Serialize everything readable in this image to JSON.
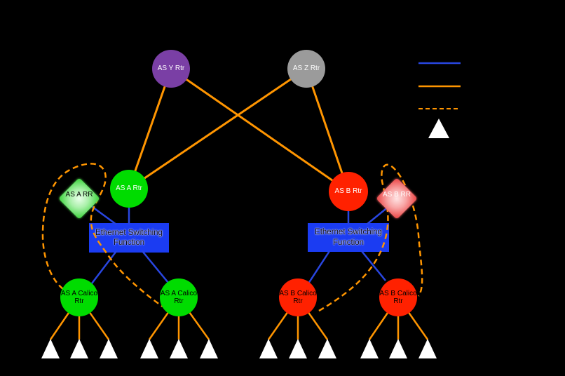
{
  "diagram": {
    "type": "network-topology",
    "background": "#000000"
  },
  "colors": {
    "background": "#000000",
    "orange_link": "#ff9500",
    "blue_link": "#2946e0",
    "dashed_link": "#ff9500",
    "purple_node": "#7a3fa5",
    "gray_node": "#9b9b9b",
    "green_node": "#00dc00",
    "red_node": "#ff2100",
    "esf_box": "#1b3cf2",
    "triangle_fill": "#ffffff",
    "diamond_a_center": "#eaffea",
    "diamond_a_edge": "#3fcf3f",
    "diamond_b_center": "#ffe4e4",
    "diamond_b_edge": "#e94646"
  },
  "nodes": {
    "as_y_rtr": {
      "label": "AS Y Rtr",
      "shape": "circle",
      "color": "#7a3fa5"
    },
    "as_z_rtr": {
      "label": "AS Z Rtr",
      "shape": "circle",
      "color": "#9b9b9b"
    },
    "as_a_rtr": {
      "label": "AS A Rtr",
      "shape": "circle",
      "color": "#00dc00"
    },
    "as_b_rtr": {
      "label": "AS B Rtr",
      "shape": "circle",
      "color": "#ff2100"
    },
    "as_a_rr": {
      "label": "AS A RR",
      "shape": "diamond",
      "color": "#54da54"
    },
    "as_b_rr": {
      "label": "AS B RR",
      "shape": "diamond",
      "color": "#ee5a5a"
    },
    "esf_left": {
      "label": "Ethernet Switching Function",
      "shape": "rect",
      "color": "#1b3cf2"
    },
    "esf_right": {
      "label": "Ethernet Switching Function",
      "shape": "rect",
      "color": "#1b3cf2"
    },
    "calico_a1": {
      "label": "AS A Calico Rtr",
      "shape": "circle",
      "color": "#00dc00"
    },
    "calico_a2": {
      "label": "AS A Calico Rtr",
      "shape": "circle",
      "color": "#00dc00"
    },
    "calico_b1": {
      "label": "AS B Calico Rtr",
      "shape": "circle",
      "color": "#ff2100"
    },
    "calico_b2": {
      "label": "AS B Calico Rtr",
      "shape": "circle",
      "color": "#ff2100"
    }
  },
  "legend": {
    "items": [
      {
        "name": "blue-solid-line",
        "swatch": "#2946e0",
        "label": ""
      },
      {
        "name": "orange-solid-line",
        "swatch": "#ff9500",
        "label": ""
      },
      {
        "name": "orange-dashed-line",
        "swatch": "#ff9500",
        "label": ""
      },
      {
        "name": "endpoint-triangle",
        "swatch": "#ffffff",
        "label": ""
      }
    ]
  },
  "endpoints": {
    "count": 12,
    "shape": "triangle",
    "color": "#ffffff"
  }
}
